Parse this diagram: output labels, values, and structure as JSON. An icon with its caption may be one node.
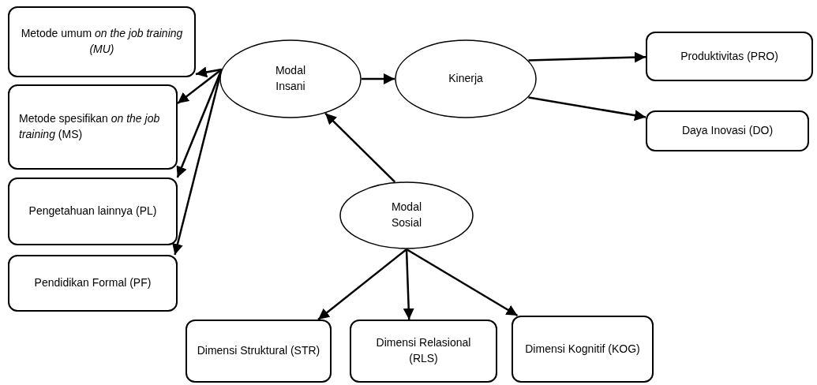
{
  "diagram": {
    "nodes": [
      {
        "text": [
          "Modal Insani"
        ]
      },
      {
        "text": [
          "Kinerja"
        ]
      },
      {
        "text": [
          "Modal Sosial"
        ]
      },
      {
        "text": [
          "Metode umum *on the job training (MU)*"
        ]
      },
      {
        "text": [
          "Metode spesifikan *on the job training* (MS)"
        ]
      },
      {
        "text": [
          "Pengetahuan lainnya (PL)"
        ]
      },
      {
        "text": [
          "Pendidikan Formal (PF)"
        ]
      },
      {
        "text": [
          "Produktivitas (PRO)"
        ]
      },
      {
        "text": [
          "Daya Inovasi (DO)"
        ]
      },
      {
        "text": [
          "Dimensi Struktural (STR)"
        ]
      },
      {
        "text": [
          "Dimensi Relasional (RLS)"
        ]
      },
      {
        "text": [
          "Dimensi Kognitif (KOG)"
        ]
      }
    ],
    "edges": [
      {
        "from": 0,
        "to": 3,
        "arrow": "to"
      },
      {
        "from": 0,
        "to": 4,
        "arrow": "to"
      },
      {
        "from": 0,
        "to": 5,
        "arrow": "to"
      },
      {
        "from": 0,
        "to": 6,
        "arrow": "to"
      },
      {
        "from": 0,
        "to": 1,
        "arrow": "to"
      },
      {
        "from": 1,
        "to": 7,
        "arrow": "to"
      },
      {
        "from": 1,
        "to": 8,
        "arrow": "to"
      },
      {
        "from": 2,
        "to": 0,
        "arrow": "to"
      },
      {
        "from": 2,
        "to": 9,
        "arrow": "to"
      },
      {
        "from": 2,
        "to": 10,
        "arrow": "to"
      },
      {
        "from": 2,
        "to": 11,
        "arrow": "to"
      }
    ]
  }
}
